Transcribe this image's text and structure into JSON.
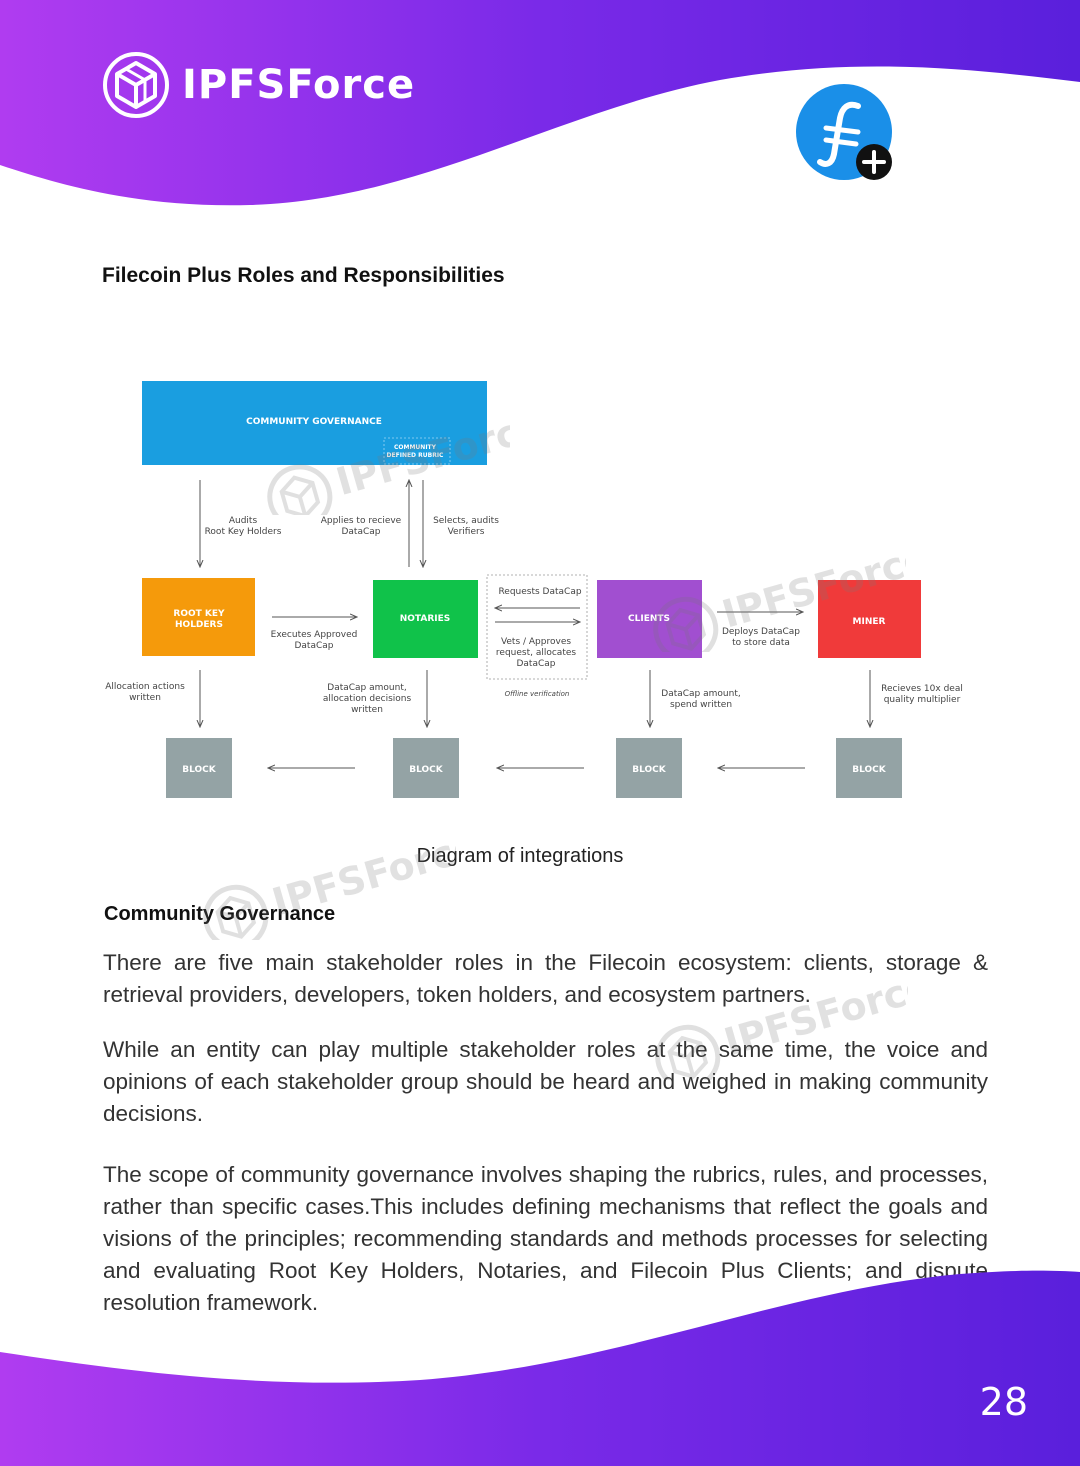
{
  "header": {
    "brand": "IPFSForce"
  },
  "title": "Filecoin Plus Roles and Responsibilities",
  "diagram": {
    "community_governance": "COMMUNITY GOVERNANCE",
    "community_rubric_line1": "COMMUNITY",
    "community_rubric_line2": "DEFINED RUBRIC",
    "root_key_line1": "ROOT KEY",
    "root_key_line2": "HOLDERS",
    "notaries": "NOTARIES",
    "clients": "CLIENTS",
    "miner": "MINER",
    "block": "BLOCK",
    "audits_line1": "Audits",
    "audits_line2": "Root Key Holders",
    "applies_line1": "Applies to recieve",
    "applies_line2": "DataCap",
    "selects_line1": "Selects, audits",
    "selects_line2": "Verifiers",
    "executes_line1": "Executes Approved",
    "executes_line2": "DataCap",
    "requests": "Requests DataCap",
    "vets_line1": "Vets / Approves",
    "vets_line2": "request, allocates",
    "vets_line3": "DataCap",
    "offline": "Offline verification",
    "deploys_line1": "Deploys DataCap",
    "deploys_line2": "to store data",
    "allocation_line1": "Allocation actions",
    "allocation_line2": "written",
    "datacap_notary_line1": "DataCap amount,",
    "datacap_notary_line2": "allocation decisions",
    "datacap_notary_line3": "written",
    "datacap_client_line1": "DataCap amount,",
    "datacap_client_line2": "spend written",
    "receives_line1": "Recieves 10x deal",
    "receives_line2": "quality multiplier",
    "caption": "Diagram of integrations"
  },
  "section": {
    "heading": "Community Governance",
    "para1": "There are five main stakeholder roles in the Filecoin ecosystem: clients, storage & retrieval providers, developers, token holders, and ecosystem partners.",
    "para2": "While an entity can play multiple stakeholder roles at the same time, the voice and opinions of each stakeholder group should be heard and weighed in making community decisions.",
    "para3": "The scope of community governance involves shaping the rubrics, rules, and processes, rather than specific cases.This includes defining mechanisms that reflect the goals and visions of the principles; recommending standards and methods processes for selecting and evaluating Root Key Holders, Notaries, and Filecoin Plus Clients; and dispute resolution framework."
  },
  "footer": {
    "page_number": "28"
  },
  "colors": {
    "purple": "#8a2be2",
    "violet": "#6a1fe0",
    "community_blue": "#1a9ee0",
    "root_orange": "#f59a0b",
    "notary_green": "#10c24a",
    "client_purple": "#a14fd0",
    "miner_red": "#f03a3a",
    "block_gray": "#94a3a5"
  }
}
